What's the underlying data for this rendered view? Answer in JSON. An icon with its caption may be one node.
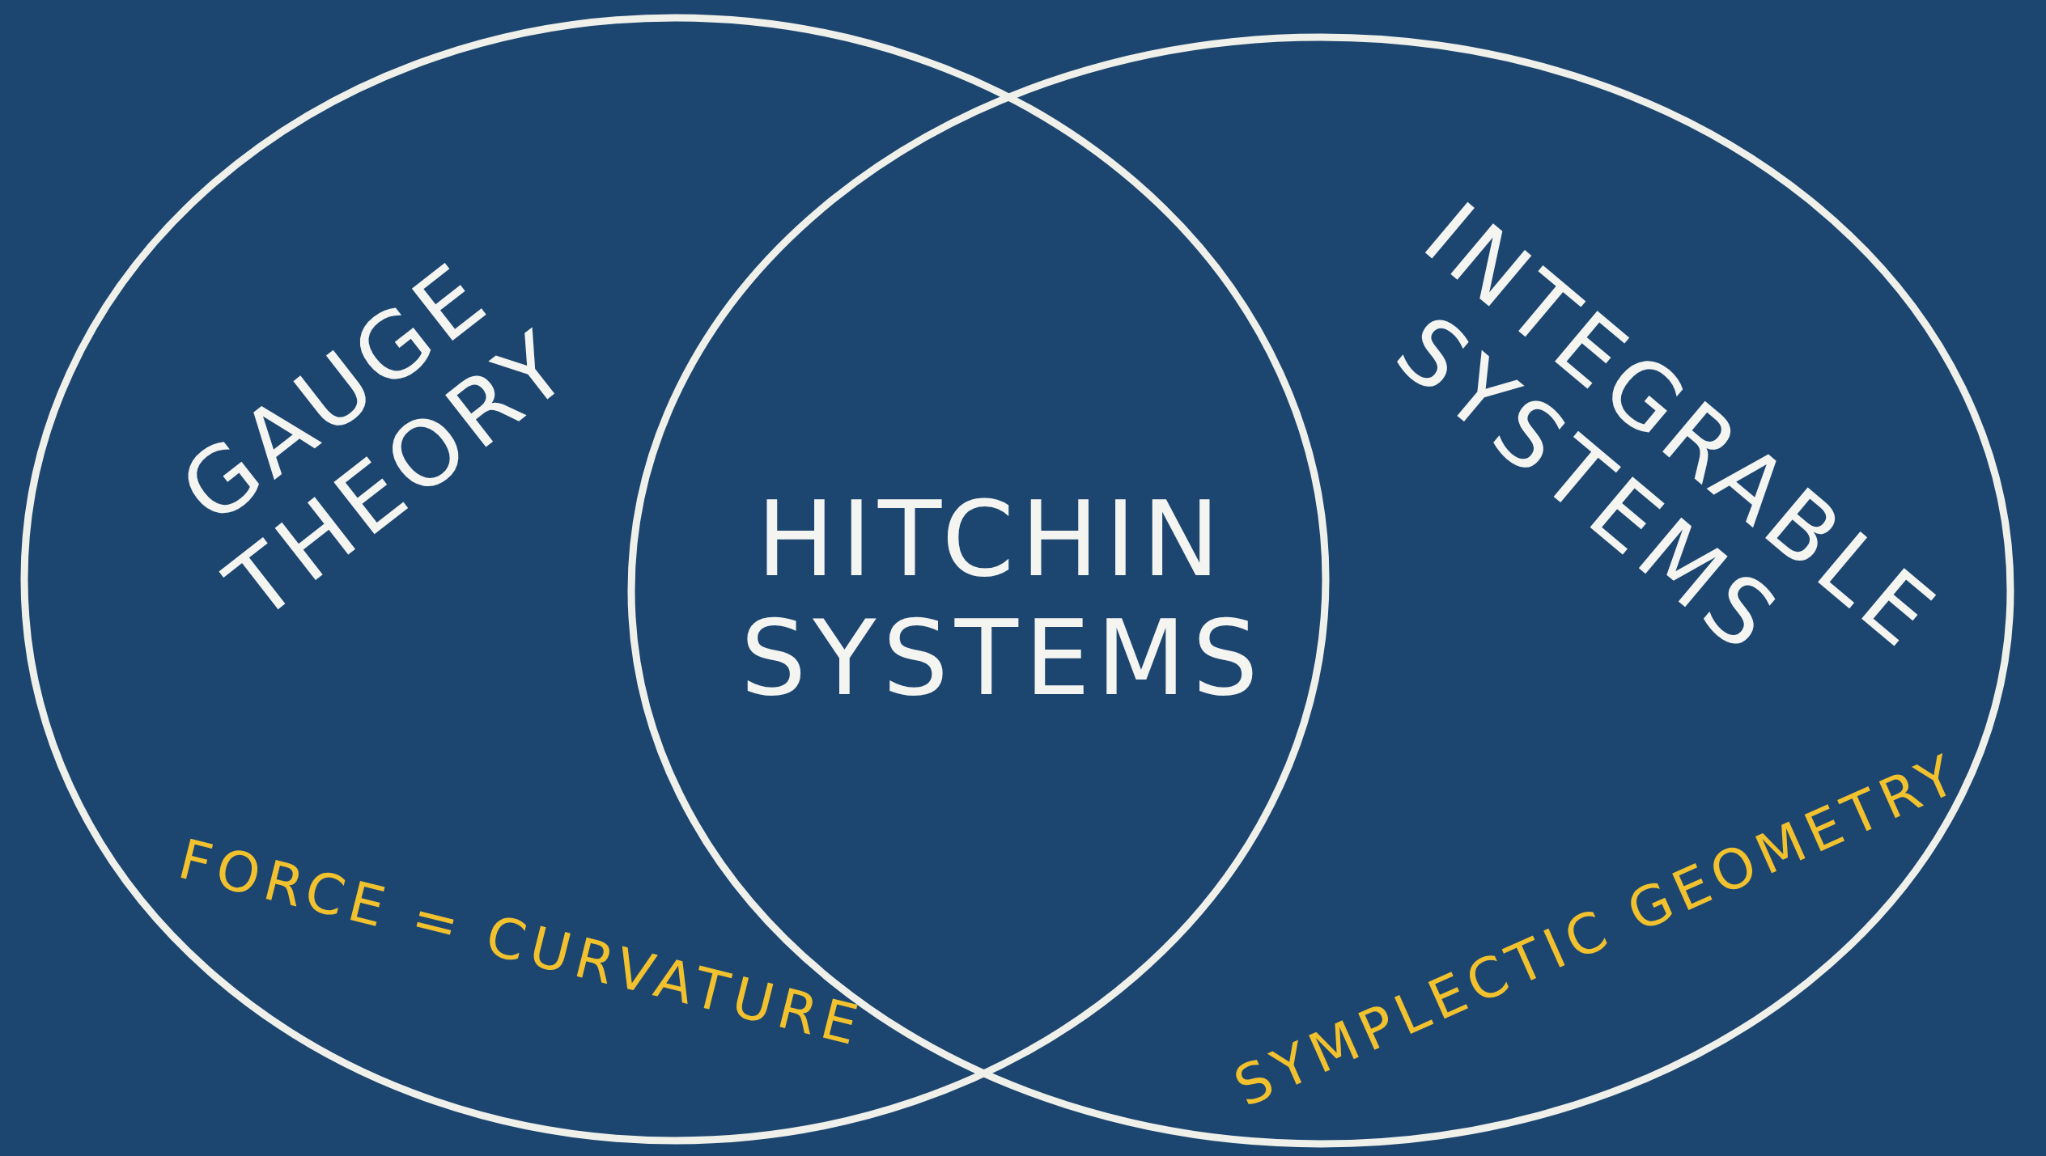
{
  "diagram": {
    "nodes": [
      {
        "text": [
          "GAUGE THEORY",
          "FORCE = CURVATURE"
        ]
      },
      {
        "text": [
          "INTEGRABLE SYSTEMS",
          "SYMPLECTIC GEOMETRY"
        ]
      }
    ],
    "labels": [
      "HITCHIN SYSTEMS"
    ]
  }
}
